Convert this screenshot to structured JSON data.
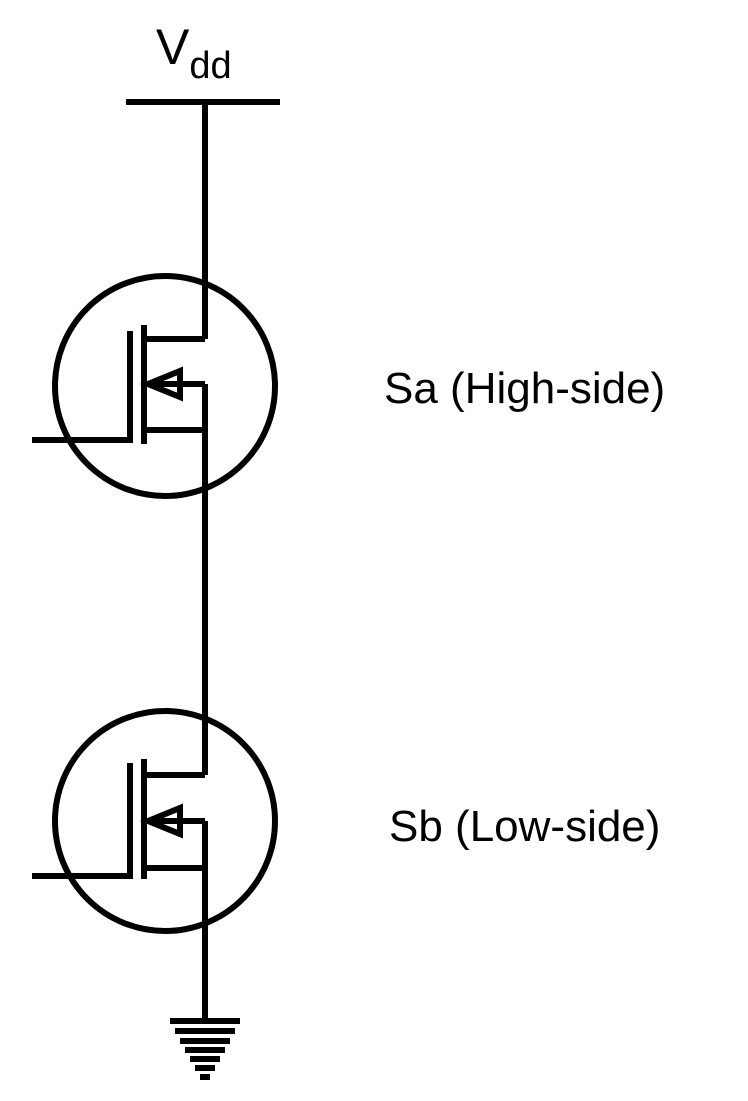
{
  "supply": {
    "main": "V",
    "subscript": "dd"
  },
  "switches": [
    {
      "label": "Sa (High-side)"
    },
    {
      "label": "Sb (Low-side)"
    }
  ],
  "colors": {
    "line": "#000000",
    "background": "#ffffff"
  }
}
